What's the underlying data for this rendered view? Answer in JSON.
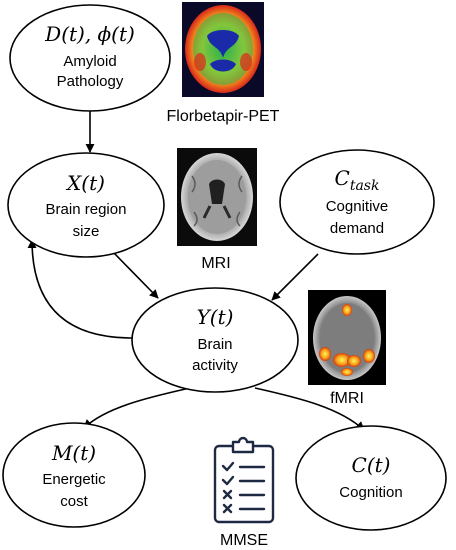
{
  "nodes": {
    "amyloid": {
      "symbol": "D(t), ϕ(t)",
      "line1": "Amyloid",
      "line2": "Pathology"
    },
    "brain_region": {
      "symbol": "X(t)",
      "line1": "Brain region",
      "line2": "size"
    },
    "cognitive_demand": {
      "symbol": "C",
      "symbol_sub": "task",
      "line1": "Cognitive",
      "line2": "demand"
    },
    "brain_activity": {
      "symbol": "Y(t)",
      "line1": "Brain",
      "line2": "activity"
    },
    "energetic_cost": {
      "symbol": "M(t)",
      "line1": "Energetic",
      "line2": "cost"
    },
    "cognition": {
      "symbol": "C(t)",
      "line1": "Cognition"
    }
  },
  "image_labels": {
    "pet": "Florbetapir-PET",
    "mri": "MRI",
    "fmri": "fMRI",
    "mmse": "MMSE"
  },
  "icons": {
    "pet": "pet-scan-image",
    "mri": "mri-scan-image",
    "fmri": "fmri-scan-image",
    "mmse": "clipboard-checklist-icon"
  }
}
